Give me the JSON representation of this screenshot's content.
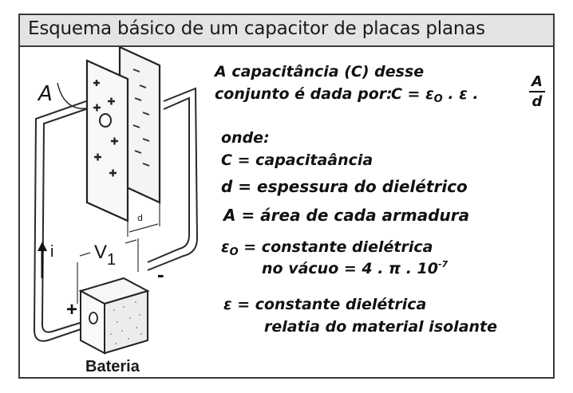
{
  "header": {
    "title": "Esquema básico de um capacitor de placas planas"
  },
  "diagram": {
    "plate_label": "A",
    "distance_label": "d",
    "current_label": "i",
    "voltage_label": "V",
    "voltage_subscript": "1",
    "positive_sign": "+",
    "negative_sign": "-",
    "battery_label": "Bateria"
  },
  "intro": {
    "line1": "A capacitância (C) desse",
    "line2": "conjunto é dada por:",
    "formula_lhs": "C = ε",
    "formula_sub": "O",
    "formula_mid": ". ε .",
    "frac_numerator": "A",
    "frac_denominator": "d"
  },
  "definitions": {
    "heading": "onde:",
    "items": [
      {
        "symbol": "C",
        "text": "= capacitaância"
      },
      {
        "symbol": "d",
        "text": "= espessura do dielétrico"
      },
      {
        "symbol": "A",
        "text": "= área de cada armadura"
      }
    ],
    "eps0": {
      "symbol": "ε",
      "subscript": "O",
      "line1": "= constante dielétrica",
      "line2": "no vácuo  = 4 . π . 10",
      "exponent": "-7"
    },
    "eps": {
      "symbol": "ε",
      "line1": " = constante dielétrica",
      "line2": "relatia do material isolante"
    }
  },
  "colors": {
    "frame": "#3a3a3a",
    "header_bg": "#e4e4e4",
    "text": "#111111"
  }
}
